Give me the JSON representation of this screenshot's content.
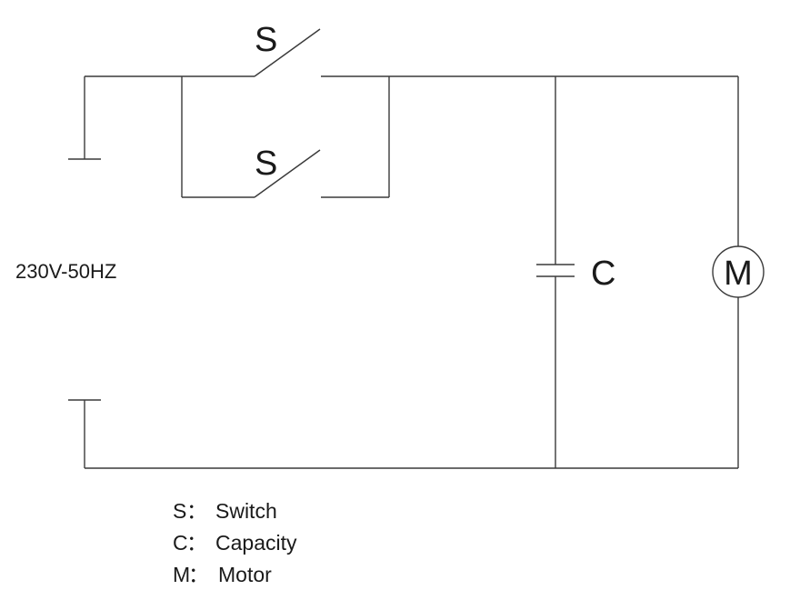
{
  "supply": {
    "label": "230V-50HZ"
  },
  "components": {
    "switch_top": "S",
    "switch_bottom": "S",
    "capacitor": "C",
    "motor": "M"
  },
  "legend": [
    {
      "symbol": "S",
      "separator": "：",
      "meaning": "Switch"
    },
    {
      "symbol": "C",
      "separator": "：",
      "meaning": "Capacity"
    },
    {
      "symbol": "M",
      "separator": "：",
      "meaning": "Motor"
    }
  ],
  "colors": {
    "line": "#3a3a3a",
    "text": "#1a1a1a",
    "background": "#ffffff"
  }
}
